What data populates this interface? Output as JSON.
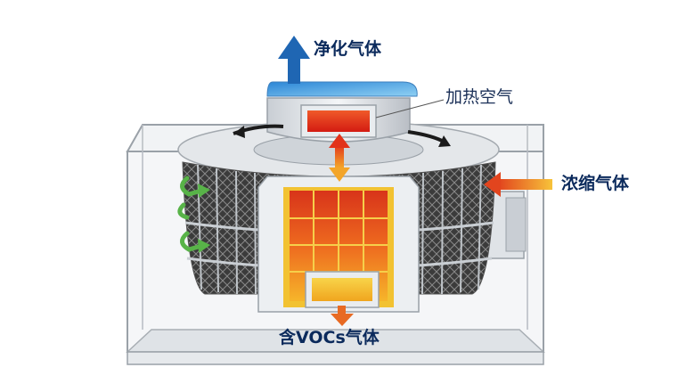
{
  "labels": {
    "purified_gas": "净化气体",
    "heated_air": "加热空气",
    "concentrated_gas": "浓缩气体",
    "voc_gas": "含VOCs气体"
  },
  "colors": {
    "blue_arrow": "#1f66b3",
    "red_arrow": "#e23a1c",
    "orange_arrow": "#f29a2c",
    "green_arrow": "#58b348",
    "heater": "#e34a1f",
    "heater_glow": "#f7c325",
    "honeycomb": "#3a3a3a",
    "housing": "#e9ecef"
  }
}
